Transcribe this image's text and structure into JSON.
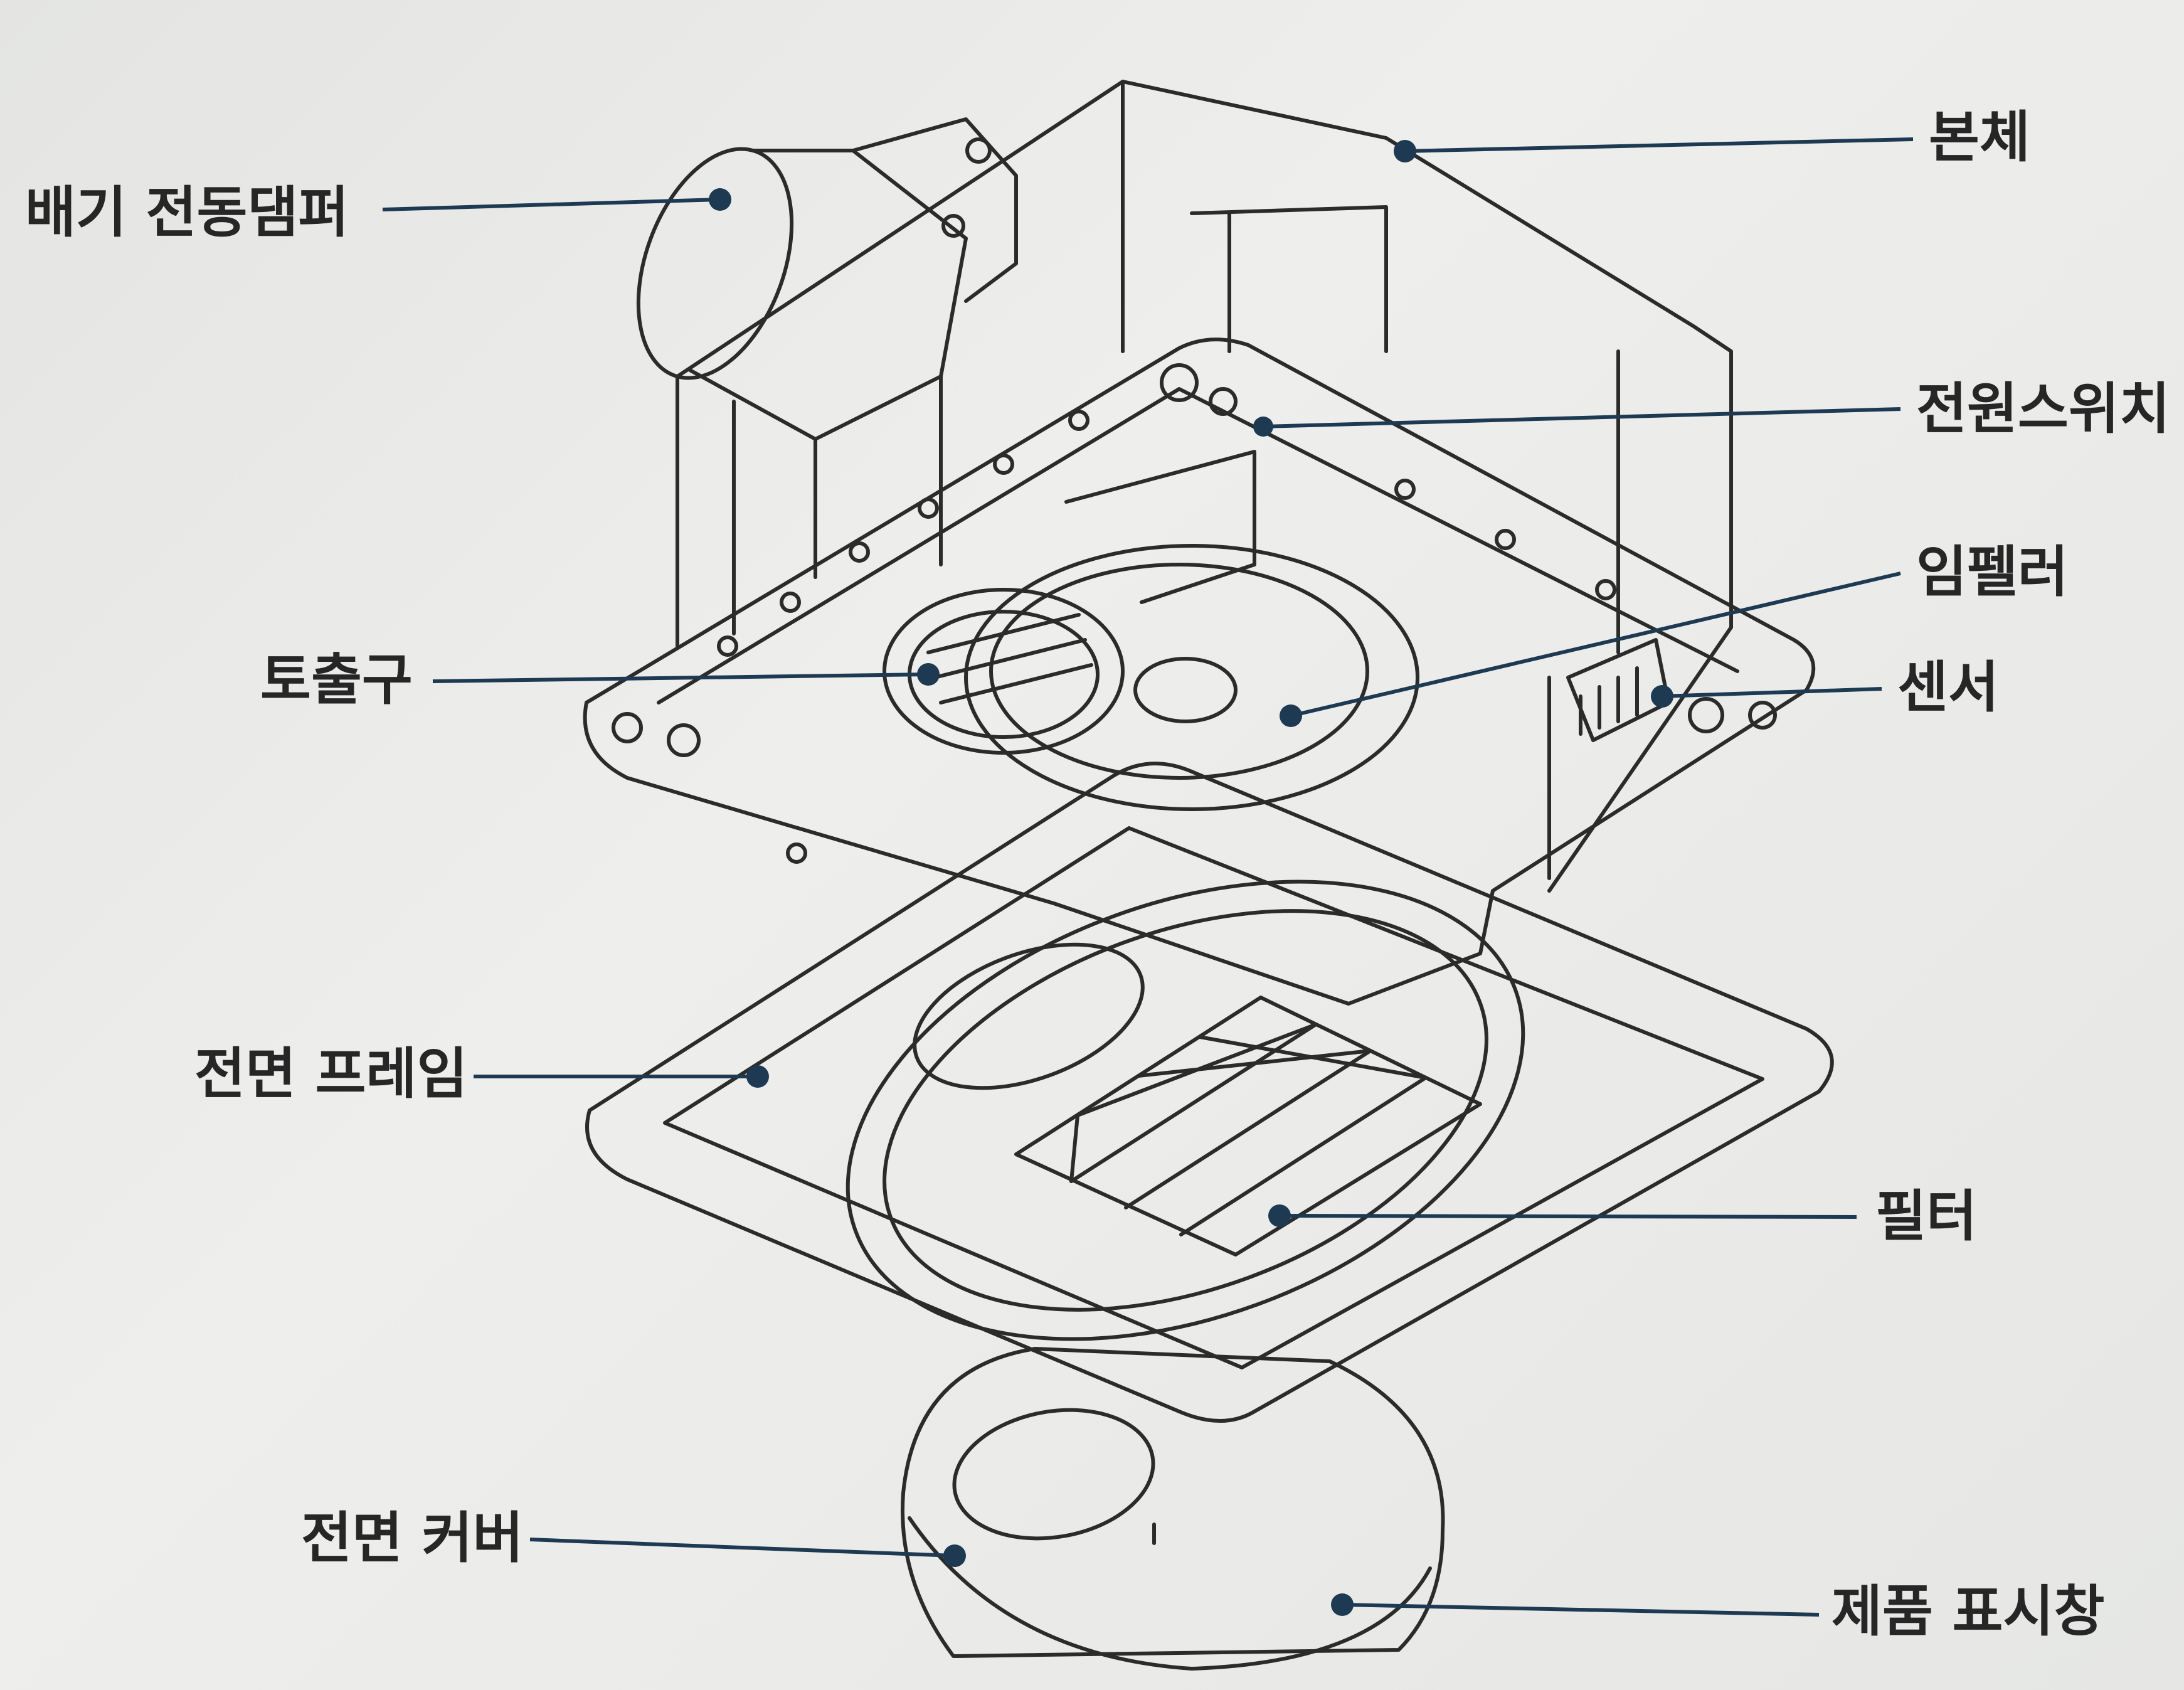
{
  "labels": {
    "exhaust_damper": "배기 전동댐퍼",
    "body": "본체",
    "power_switch": "전원스위치",
    "impeller": "임펠러",
    "outlet": "토출구",
    "sensor": "센서",
    "front_frame": "전면 프레임",
    "filter": "필터",
    "front_cover": "전면 커버",
    "display_window": "제품 표시창"
  },
  "colors": {
    "leader_line": "#1d3a52",
    "outline": "#2a2a2a",
    "paper": "#eaebe9"
  }
}
